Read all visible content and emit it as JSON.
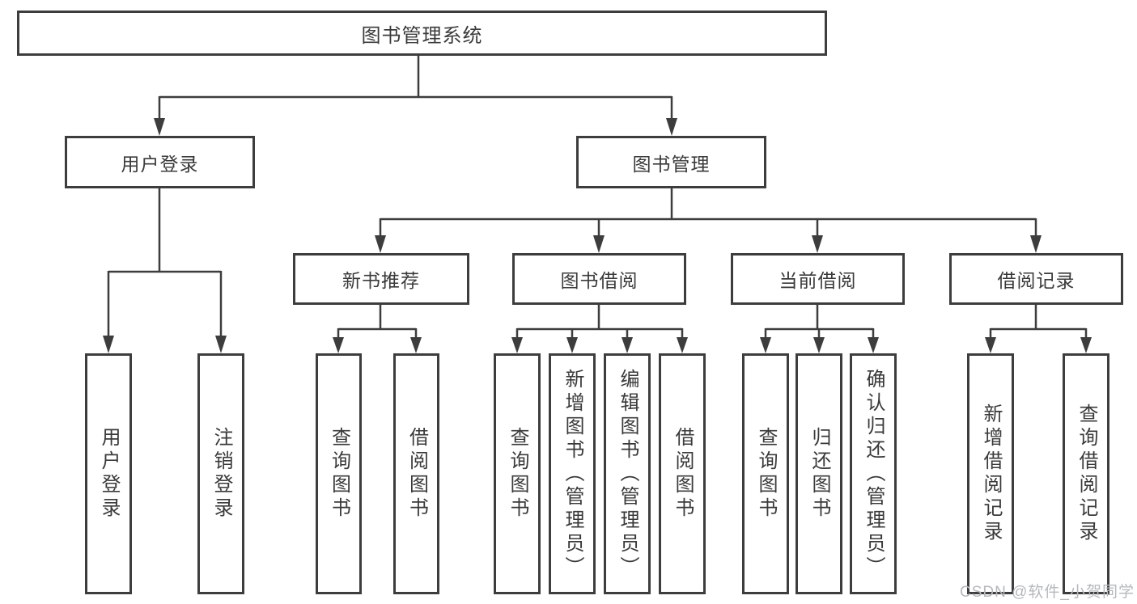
{
  "diagram": {
    "root": "图书管理系统",
    "level2": {
      "user_login": "用户登录",
      "book_management": "图书管理"
    },
    "level3": {
      "new_book_recommend": "新书推荐",
      "book_borrowing": "图书借阅",
      "current_borrowing": "当前借阅",
      "borrowing_records": "借阅记录"
    },
    "leaves": {
      "user_login": "用户登录",
      "logout": "注销登录",
      "query_books_recommend": "查询图书",
      "borrow_books_recommend": "借阅图书",
      "query_books_borrowing": "查询图书",
      "add_books_admin": "新增图书（管理员）",
      "edit_books_admin": "编辑图书（管理员）",
      "borrow_books_borrowing": "借阅图书",
      "query_books_current": "查询图书",
      "return_books": "归还图书",
      "confirm_return_admin": "确认归还（管理员）",
      "add_borrow_record": "新增借阅记录",
      "query_borrow_record": "查询借阅记录"
    }
  },
  "watermark": "CSDN @软件_小贺同学",
  "colors": {
    "line": "#3d3d3d",
    "text": "#3a3a3a",
    "watermark": "#b5b8bd",
    "background": "#ffffff"
  }
}
